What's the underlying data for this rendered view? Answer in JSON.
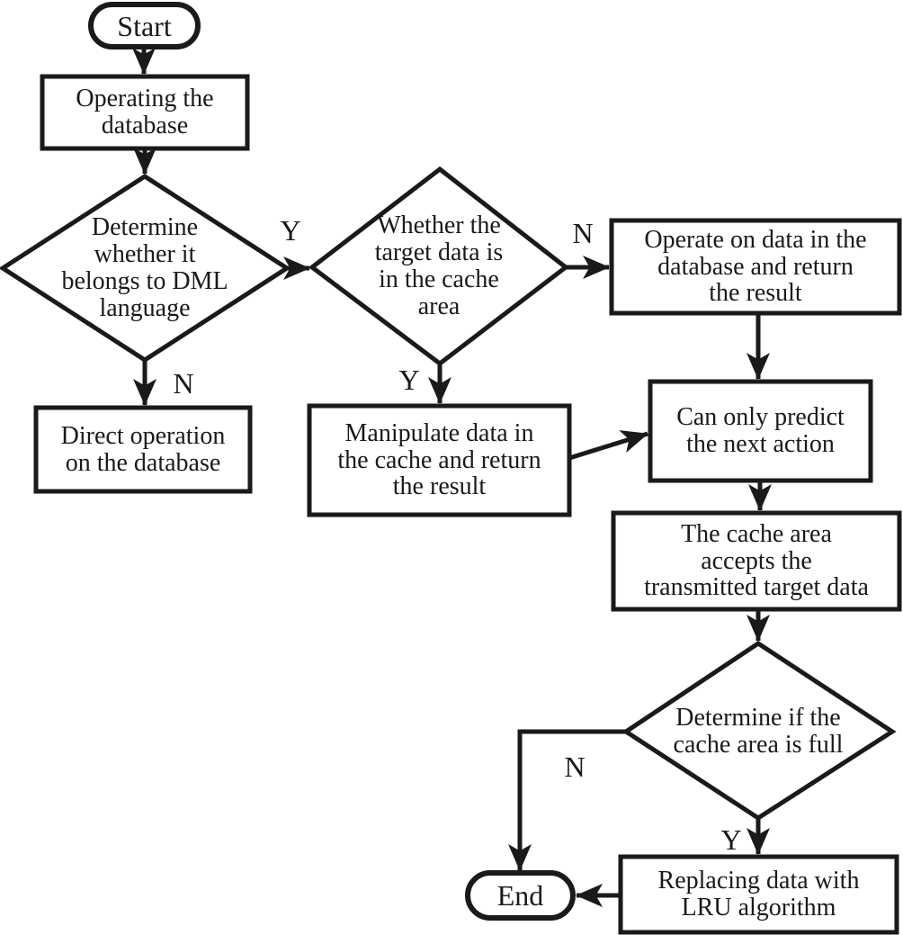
{
  "diagram": {
    "type": "flowchart",
    "colors": {
      "ink": "#1a1a1a",
      "background": "#ffffff"
    },
    "nodes": {
      "start": {
        "label": "Start",
        "shape": "terminator"
      },
      "operating_database": {
        "label": "Operating the\ndatabase",
        "shape": "process"
      },
      "dml_decision": {
        "label": "Determine\nwhether it\nbelongs to DML\nlanguage",
        "shape": "decision"
      },
      "cache_decision": {
        "label": "Whether the\ntarget data is\nin the cache\narea",
        "shape": "decision"
      },
      "operate_on_database": {
        "label": "Operate on data in the\ndatabase and return\nthe result",
        "shape": "process"
      },
      "direct_operation": {
        "label": "Direct operation\non the database",
        "shape": "process"
      },
      "manipulate_cache": {
        "label": "Manipulate data in\nthe cache and return\nthe result",
        "shape": "process"
      },
      "predict_next_action": {
        "label": "Can only predict\nthe next action",
        "shape": "process"
      },
      "cache_accepts": {
        "label": "The cache area\naccepts the\ntransmitted target data",
        "shape": "process"
      },
      "cache_full_decision": {
        "label": "Determine if the\ncache area is full",
        "shape": "decision"
      },
      "replace_lru": {
        "label": "Replacing data with\nLRU algorithm",
        "shape": "process"
      },
      "end": {
        "label": "End",
        "shape": "terminator"
      }
    },
    "edge_labels": {
      "dml_yes": "Y",
      "dml_no": "N",
      "cache_no": "N",
      "cache_yes": "Y",
      "full_no": "N",
      "full_yes": "Y"
    }
  }
}
